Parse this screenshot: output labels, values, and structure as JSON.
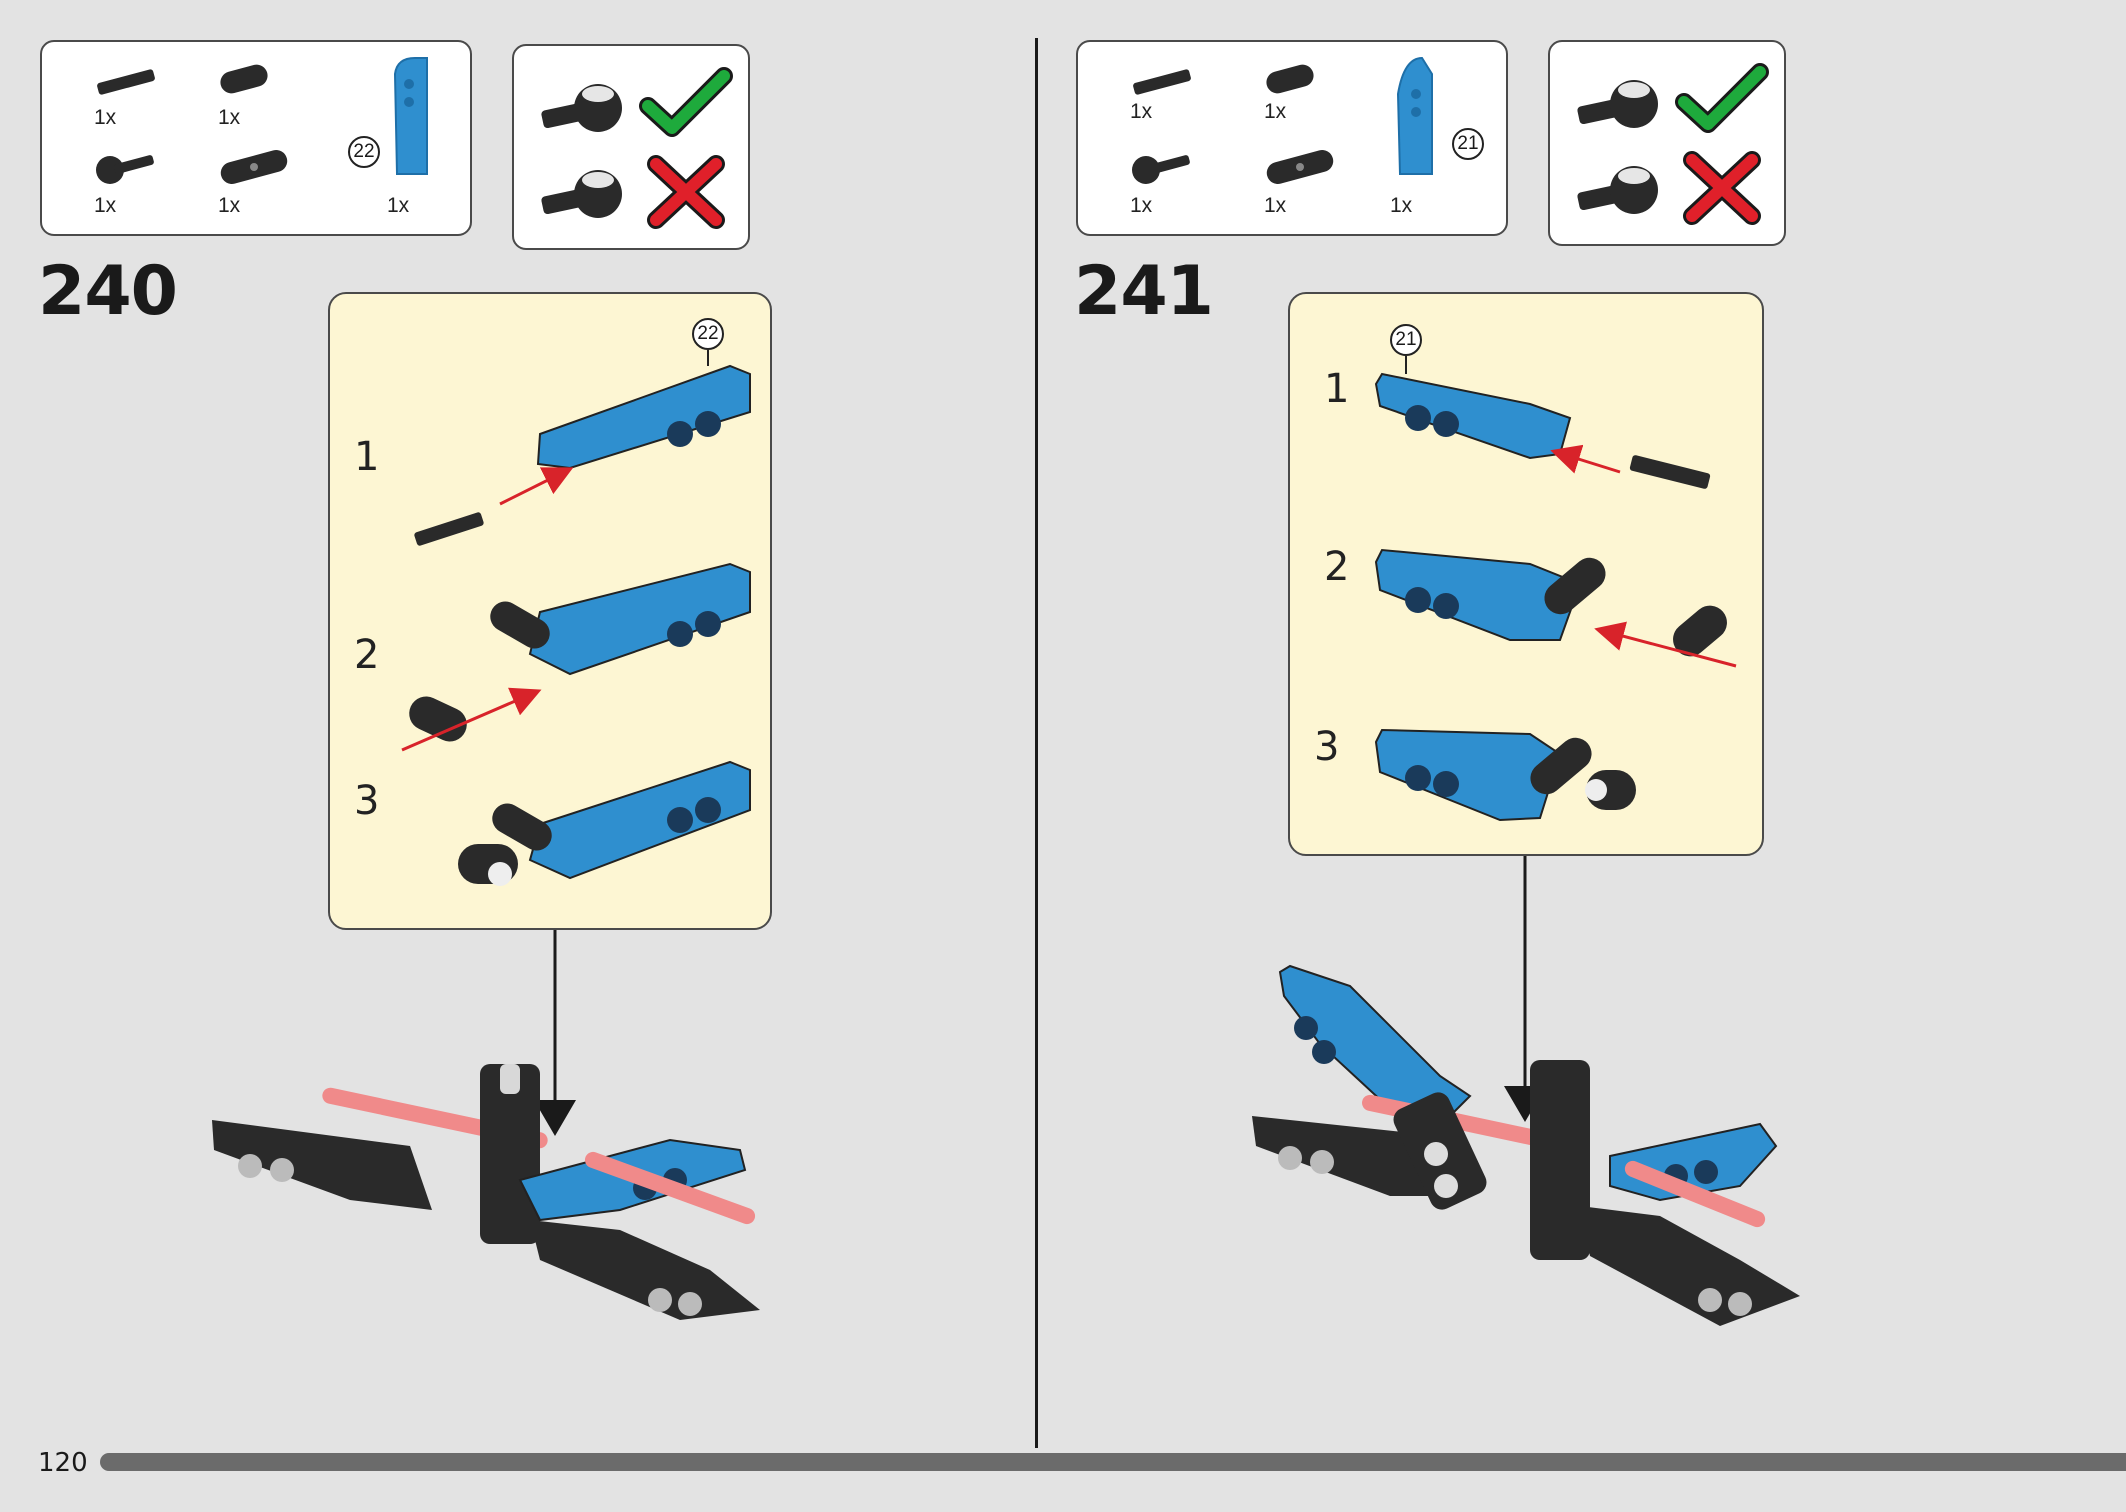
{
  "page": {
    "number": "120"
  },
  "colors": {
    "background": "#e3e3e3",
    "submodel_bg": "#fdf6d3",
    "azure": "#2f8fcf",
    "black_part": "#222222",
    "axle_red": "#f08a8a",
    "arrow_red": "#d8232a",
    "check_green": "#1eaa3c",
    "cross_red": "#e0202a"
  },
  "steps": [
    {
      "number": "240",
      "parts": [
        "1x",
        "1x",
        "1x",
        "1x",
        "1x"
      ],
      "part_callout": "22",
      "substeps": [
        "1",
        "2",
        "3"
      ],
      "sub_callout": "22"
    },
    {
      "number": "241",
      "parts": [
        "1x",
        "1x",
        "1x",
        "1x",
        "1x"
      ],
      "part_callout": "21",
      "substeps": [
        "1",
        "2",
        "3"
      ],
      "sub_callout": "21"
    }
  ],
  "icons": {
    "check": "check-icon",
    "cross": "cross-icon"
  }
}
